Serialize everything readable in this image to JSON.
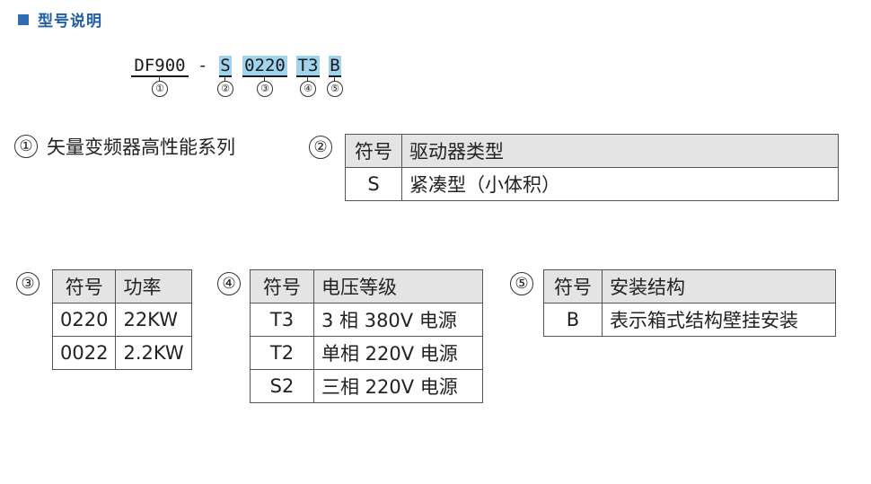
{
  "heading": "型号说明",
  "model": {
    "segments": [
      {
        "text": "DF900",
        "highlight": false,
        "marker": "①"
      },
      {
        "text": "-",
        "separator": true
      },
      {
        "text": "S",
        "highlight": true,
        "marker": "②"
      },
      {
        "text": "0220",
        "highlight": true,
        "marker": "③"
      },
      {
        "text": "T3",
        "highlight": true,
        "marker": "④"
      },
      {
        "text": "B",
        "highlight": true,
        "marker": "⑤"
      }
    ]
  },
  "section1": {
    "marker": "①",
    "text": "矢量变频器高性能系列"
  },
  "table2": {
    "marker": "②",
    "headers": [
      "符号",
      "驱动器类型"
    ],
    "rows": [
      [
        "S",
        "紧凑型（小体积）"
      ]
    ]
  },
  "table3": {
    "marker": "③",
    "headers": [
      "符号",
      "功率"
    ],
    "rows": [
      [
        "0220",
        "22KW"
      ],
      [
        "0022",
        "2.2KW"
      ]
    ]
  },
  "table4": {
    "marker": "④",
    "headers": [
      "符号",
      "电压等级"
    ],
    "rows": [
      [
        "T3",
        "3 相 380V 电源"
      ],
      [
        "T2",
        "单相 220V 电源"
      ],
      [
        "S2",
        "三相 220V 电源"
      ]
    ]
  },
  "table5": {
    "marker": "⑤",
    "headers": [
      "符号",
      "安装结构"
    ],
    "rows": [
      [
        "B",
        "表示箱式结构壁挂安装"
      ]
    ]
  },
  "colors": {
    "accent": "#2e6db4",
    "highlight": "#9fd3ee",
    "header_bg": "#e4e4e4"
  }
}
